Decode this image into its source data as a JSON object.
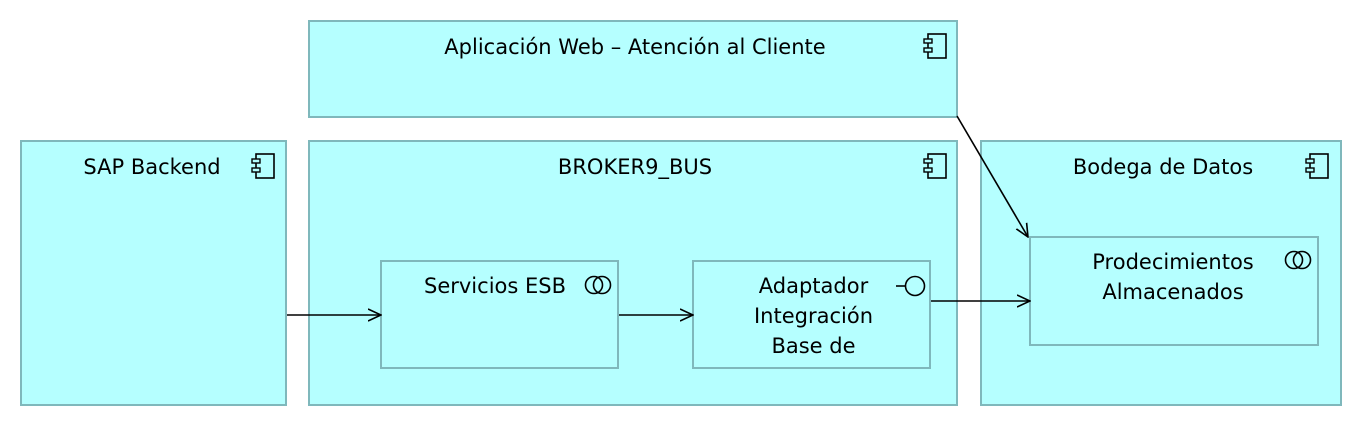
{
  "nodes": {
    "web_app": {
      "label": "Aplicación Web – Atención al Cliente",
      "kind": "application-component"
    },
    "sap_backend": {
      "label": "SAP Backend",
      "kind": "application-component"
    },
    "broker_bus": {
      "label": "BROKER9_BUS",
      "kind": "application-component"
    },
    "bodega_datos": {
      "label": "Bodega de Datos",
      "kind": "application-component"
    },
    "servicios_esb": {
      "label": "Servicios ESB",
      "kind": "application-service"
    },
    "adaptador": {
      "lines": [
        "Adaptador",
        "Integración",
        "Base de"
      ],
      "kind": "application-interface"
    },
    "procedimientos": {
      "lines": [
        "Prodecimientos",
        "Almacenados"
      ],
      "kind": "application-service"
    }
  },
  "edges": [
    {
      "from": "sap_backend",
      "to": "servicios_esb"
    },
    {
      "from": "servicios_esb",
      "to": "adaptador"
    },
    {
      "from": "adaptador",
      "to": "procedimientos"
    },
    {
      "from": "web_app",
      "to": "procedimientos"
    }
  ],
  "colors": {
    "fill": "#b5ffff",
    "border": "#7fb8bc",
    "line": "#000000"
  }
}
